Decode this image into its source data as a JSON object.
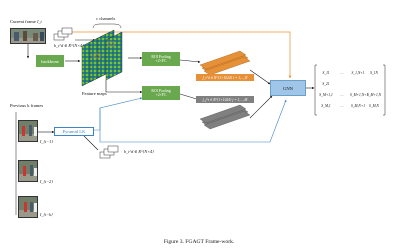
{
  "labels": {
    "current_frame": "Current frame",
    "current_frame_sym": "I_t",
    "c_channels": "c channels",
    "backbone": "backbone",
    "feature_maps": "Feature maps",
    "roi1": "ROI Pooling",
    "roi1_sub": "+2×FC",
    "roi2": "ROI Pooling",
    "roi2_sub": "+2×FC",
    "bbox_top": "b_t^d ∈ R^{N×4}",
    "bbox_bottom": "b_t^d ∈ R^{N×4}",
    "feat_top": "f_i^d ∈ R^{1×1024} i = 1,…,N",
    "feat_bottom": "f_j^t ∈ R^{1×1024} j = 1,…,M",
    "gnn": "GNN",
    "previous_frames": "Previous k frames",
    "pyramid_lk": "Pyramid LK",
    "frame_t1": "I_{t−1}",
    "frame_t2": "I_{t−2}",
    "frame_tk": "I_{t−k}"
  },
  "matrix": {
    "rows": [
      [
        "S_11",
        "…",
        "S_1,N+1",
        "S_1N"
      ],
      [
        "S_21",
        "",
        "",
        ""
      ],
      [
        "S_M+1,1",
        "…",
        "S_M+1,N+1",
        "S_M+1,N"
      ],
      [
        "S_M,1",
        "…",
        "S_M,N+1",
        "S_M,N"
      ]
    ]
  },
  "caption": "Figure 3. FGAGT Frame-work.",
  "colors": {
    "backbone": "#6aa84f",
    "roi": "#6aa84f",
    "gnn": "#9fc5e8",
    "pyramid": "#3d85c6",
    "orange": "#e69138",
    "gray": "#808080",
    "arrow": "#1a1a1a",
    "orange_line": "#e69138",
    "blue_line": "#3d85c6"
  }
}
